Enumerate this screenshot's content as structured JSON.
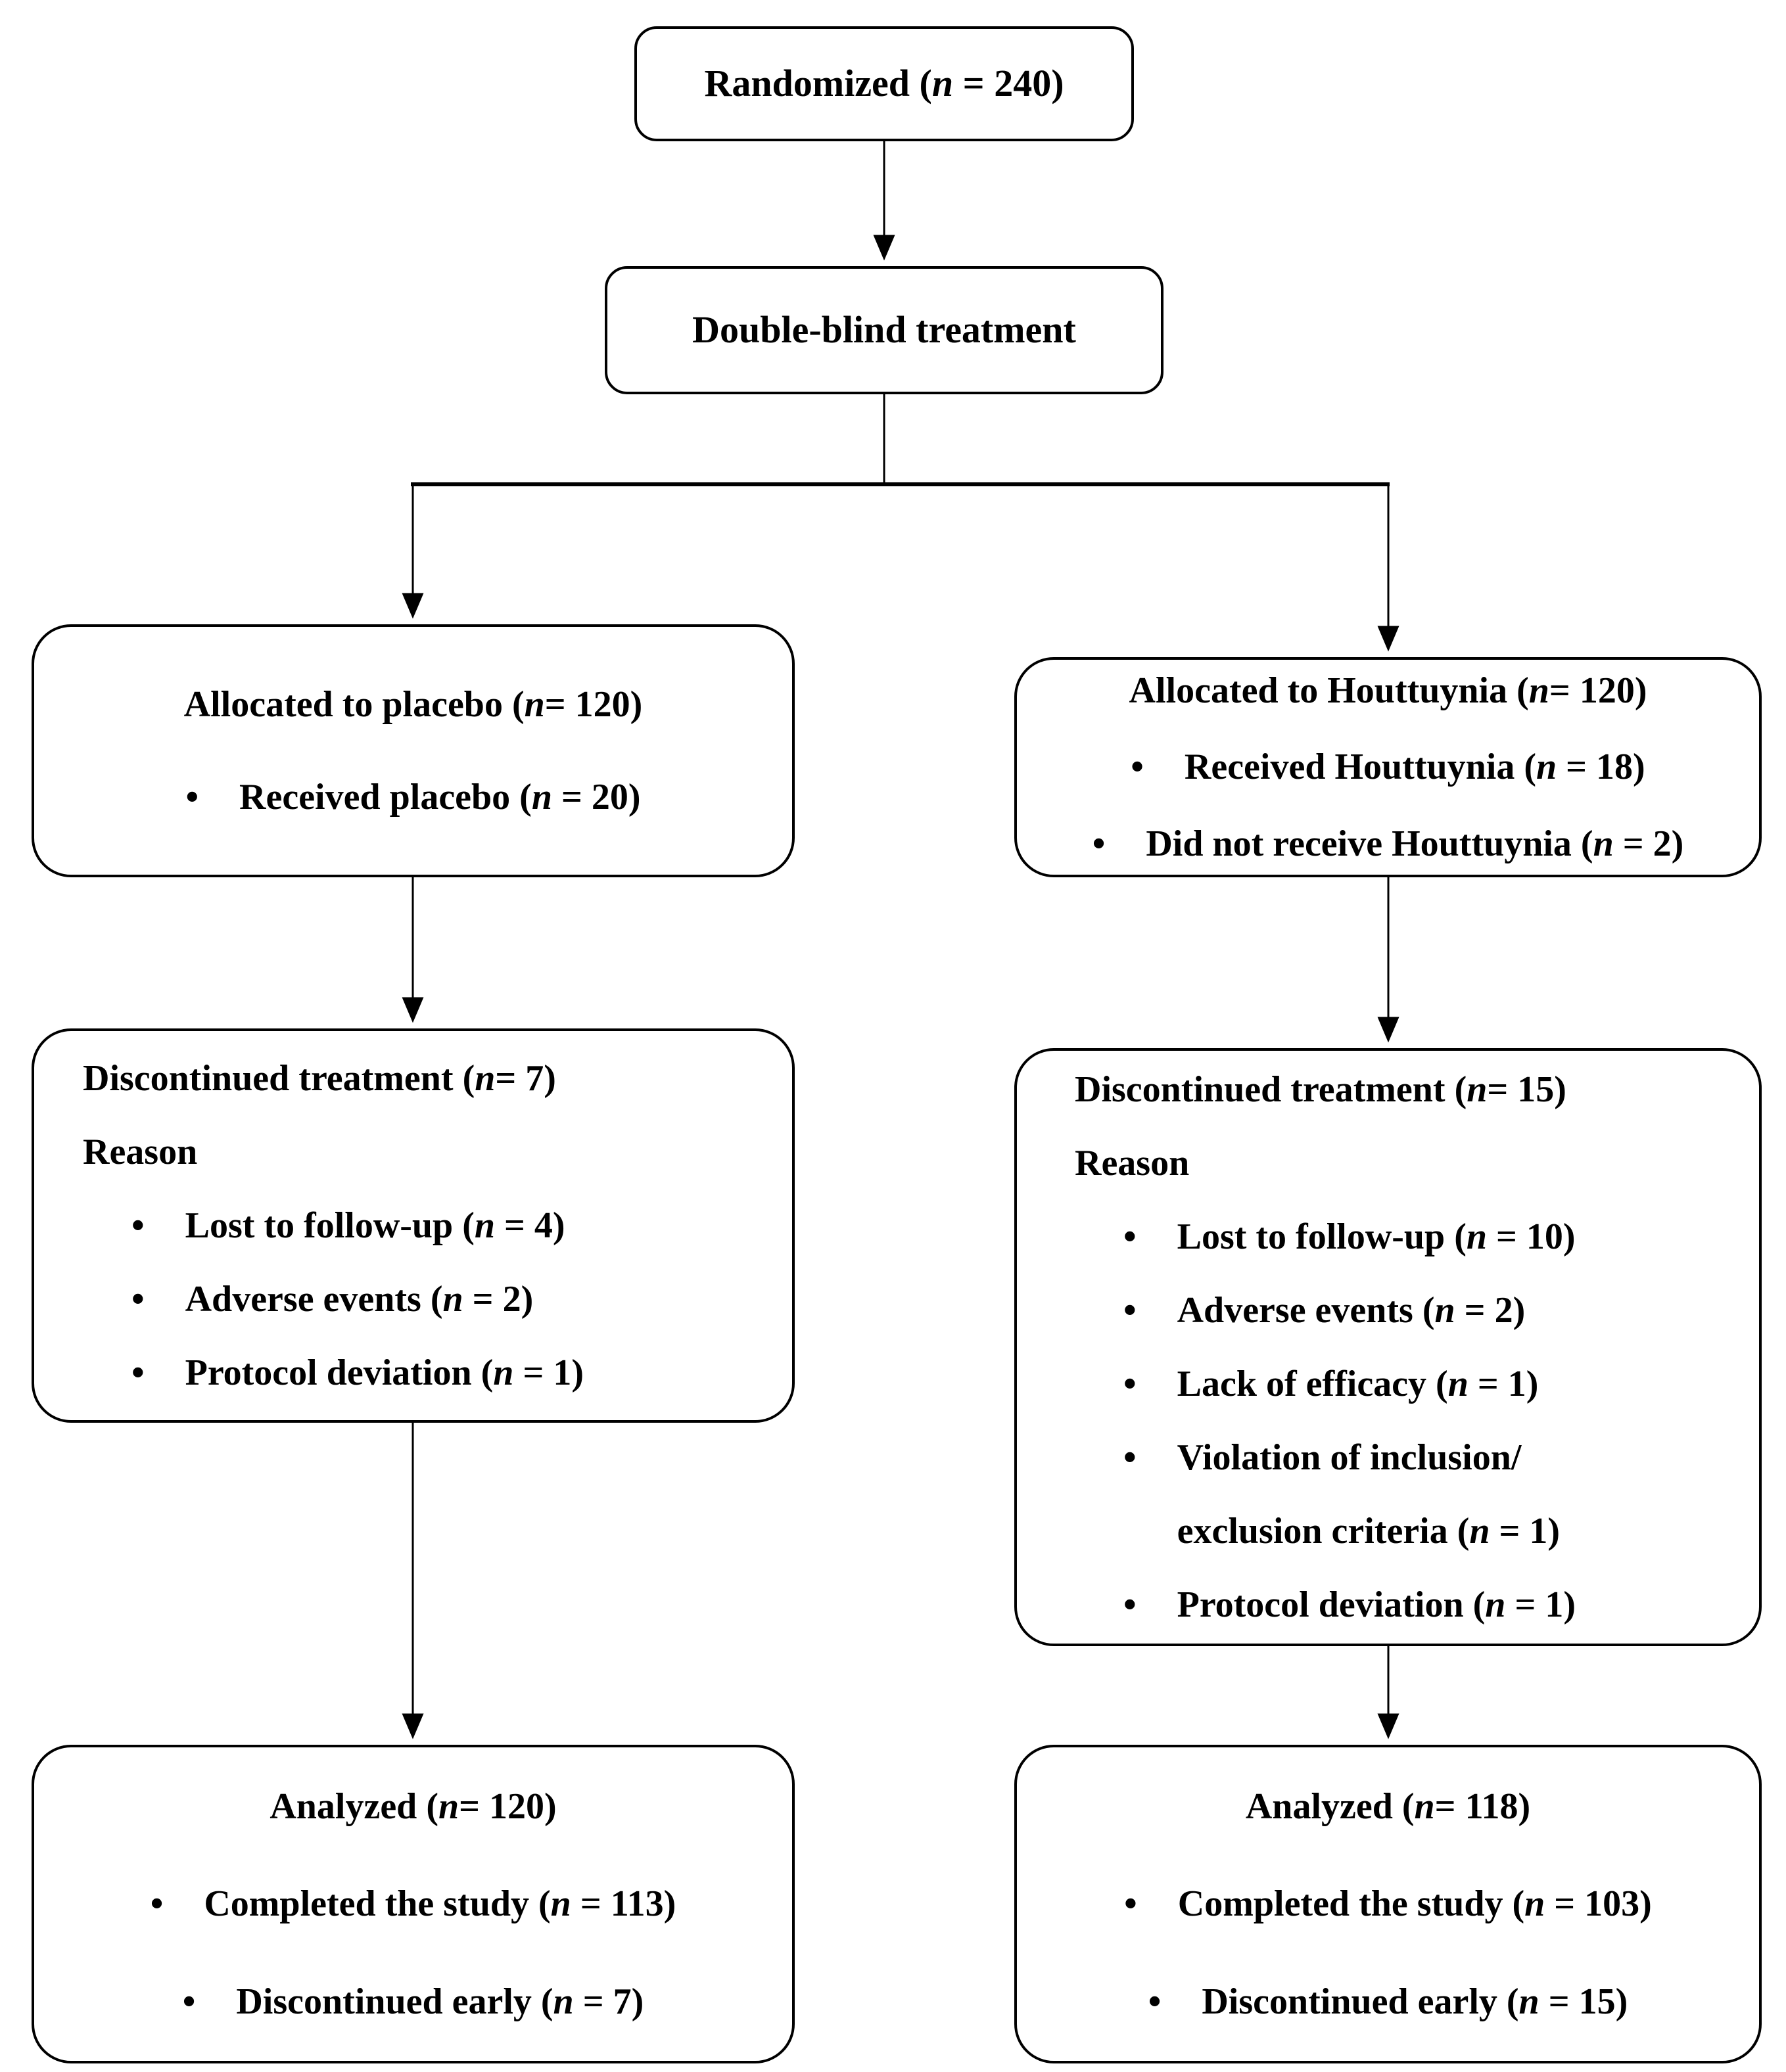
{
  "bullet": "•",
  "randomized": {
    "label": "Randomized (n = 240)"
  },
  "double_blind": {
    "label": "Double-blind treatment"
  },
  "placebo_arm": {
    "allocated": {
      "title": "Allocated to placebo (n = 120)",
      "bullets": [
        [
          "Received placebo (n = 20)"
        ]
      ]
    },
    "discontinued": {
      "title": "Discontinued treatment (n = 7)",
      "reason_label": "Reason",
      "bullets": [
        [
          "Lost to follow-up (n = 4)"
        ],
        [
          "Adverse events (n = 2)"
        ],
        [
          "Protocol deviation (n = 1)"
        ]
      ]
    },
    "analyzed": {
      "title": "Analyzed (n = 120)",
      "bullets": [
        [
          "Completed the study (n = 113)"
        ],
        [
          "Discontinued early (n = 7)"
        ]
      ]
    }
  },
  "houttuynia_arm": {
    "allocated": {
      "title": "Allocated to Houttuynia (n = 120)",
      "bullets": [
        [
          "Received Houttuynia (n = 18)"
        ],
        [
          "Did not receive Houttuynia (n = 2)"
        ]
      ]
    },
    "discontinued": {
      "title": "Discontinued treatment (n = 15)",
      "reason_label": "Reason",
      "bullets": [
        [
          "Lost to follow-up (n = 10)"
        ],
        [
          "Adverse events (n = 2)"
        ],
        [
          "Lack of efficacy (n = 1)"
        ],
        [
          "Violation of inclusion/",
          "exclusion criteria (n = 1)"
        ],
        [
          "Protocol deviation (n = 1)"
        ]
      ]
    },
    "analyzed": {
      "title": "Analyzed (n = 118)",
      "bullets": [
        [
          "Completed the study (n = 103)"
        ],
        [
          "Discontinued early (n = 15)"
        ]
      ]
    }
  },
  "colors": {
    "line": "#000000",
    "border": "#000000",
    "background": "#ffffff",
    "text": "#000000"
  }
}
